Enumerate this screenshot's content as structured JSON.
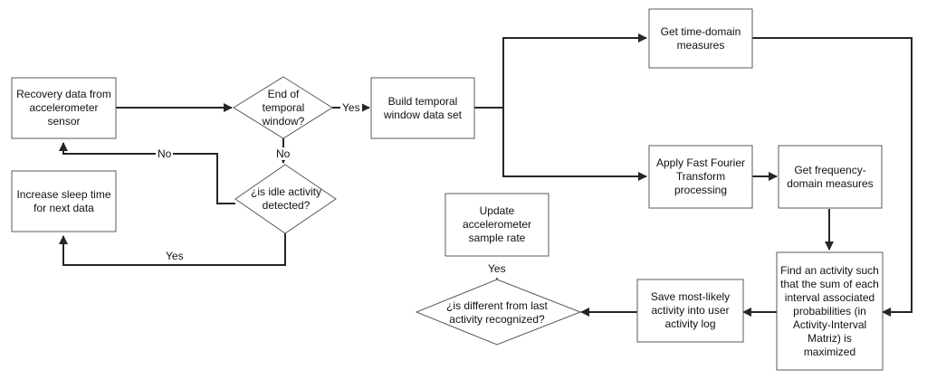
{
  "nodes": {
    "recovery": "Recovery data from accelerometer sensor",
    "increase_sleep": "Increase sleep time for next data",
    "end_window": "End of temporal window?",
    "idle_activity": "¿is idle activity detected?",
    "build_window": "Build temporal window data set",
    "time_domain": "Get time-domain measures",
    "fft": "Apply Fast Fourier Transform processing",
    "freq_domain": "Get frequency-domain measures",
    "find_activity": "Find an activity such that the sum of each interval associated probabilities (in Activity-Interval Matriz) is maximized",
    "save_activity": "Save most-likely activity into user activity log",
    "is_different": "¿is different from last activity recognized?",
    "update_rate": "Update accelerometer sample rate"
  },
  "edge_labels": {
    "end_yes": "Yes",
    "end_no": "No",
    "idle_no": "No",
    "idle_yes": "Yes",
    "diff_yes": "Yes"
  }
}
